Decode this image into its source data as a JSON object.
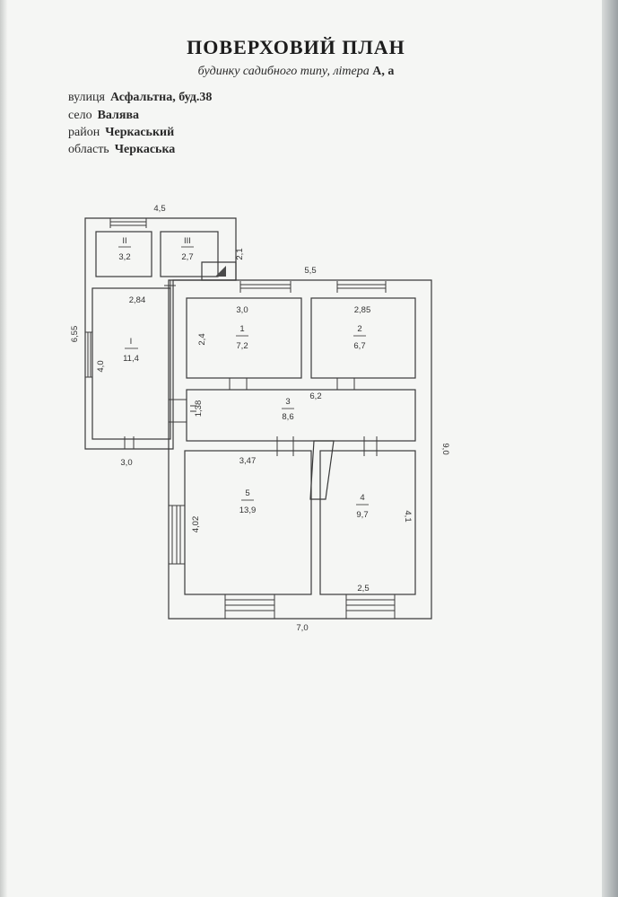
{
  "header": {
    "title": "ПОВЕРХОВИЙ ПЛАН",
    "subtitle_prefix": "будинку садибного типу, літера",
    "subtitle_letter": "А, а"
  },
  "address": [
    {
      "label": "вулиця",
      "value": "Асфальтна, буд.38"
    },
    {
      "label": "село",
      "value": "Валява"
    },
    {
      "label": "район",
      "value": "Черкаський"
    },
    {
      "label": "область",
      "value": "Черкаська"
    }
  ],
  "rooms": [
    {
      "id": "II",
      "area": "3,2"
    },
    {
      "id": "III",
      "area": "2,7"
    },
    {
      "id": "I",
      "area": "11,4"
    },
    {
      "id": "1",
      "area": "7,2"
    },
    {
      "id": "2",
      "area": "6,7"
    },
    {
      "id": "3",
      "area": "8,6"
    },
    {
      "id": "5",
      "area": "13,9"
    },
    {
      "id": "4",
      "area": "9,7"
    }
  ],
  "dimensions": {
    "top_annex": "4,5",
    "annex_height": "2,1",
    "main_top": "5,5",
    "room_I_width": "2,84",
    "annex_total_height": "6,55",
    "room_I_height": "4,0",
    "annex_bottom": "3,0",
    "room1_width": "3,0",
    "room1_height": "2,4",
    "room2_width": "2,85",
    "corridor_width": "6,2",
    "corridor_height": "1,38",
    "total_height": "9,0",
    "room5_width": "3,47",
    "room5_height": "4,02",
    "room4_height": "4,1",
    "room4_width": "2,5",
    "total_width": "7,0"
  }
}
